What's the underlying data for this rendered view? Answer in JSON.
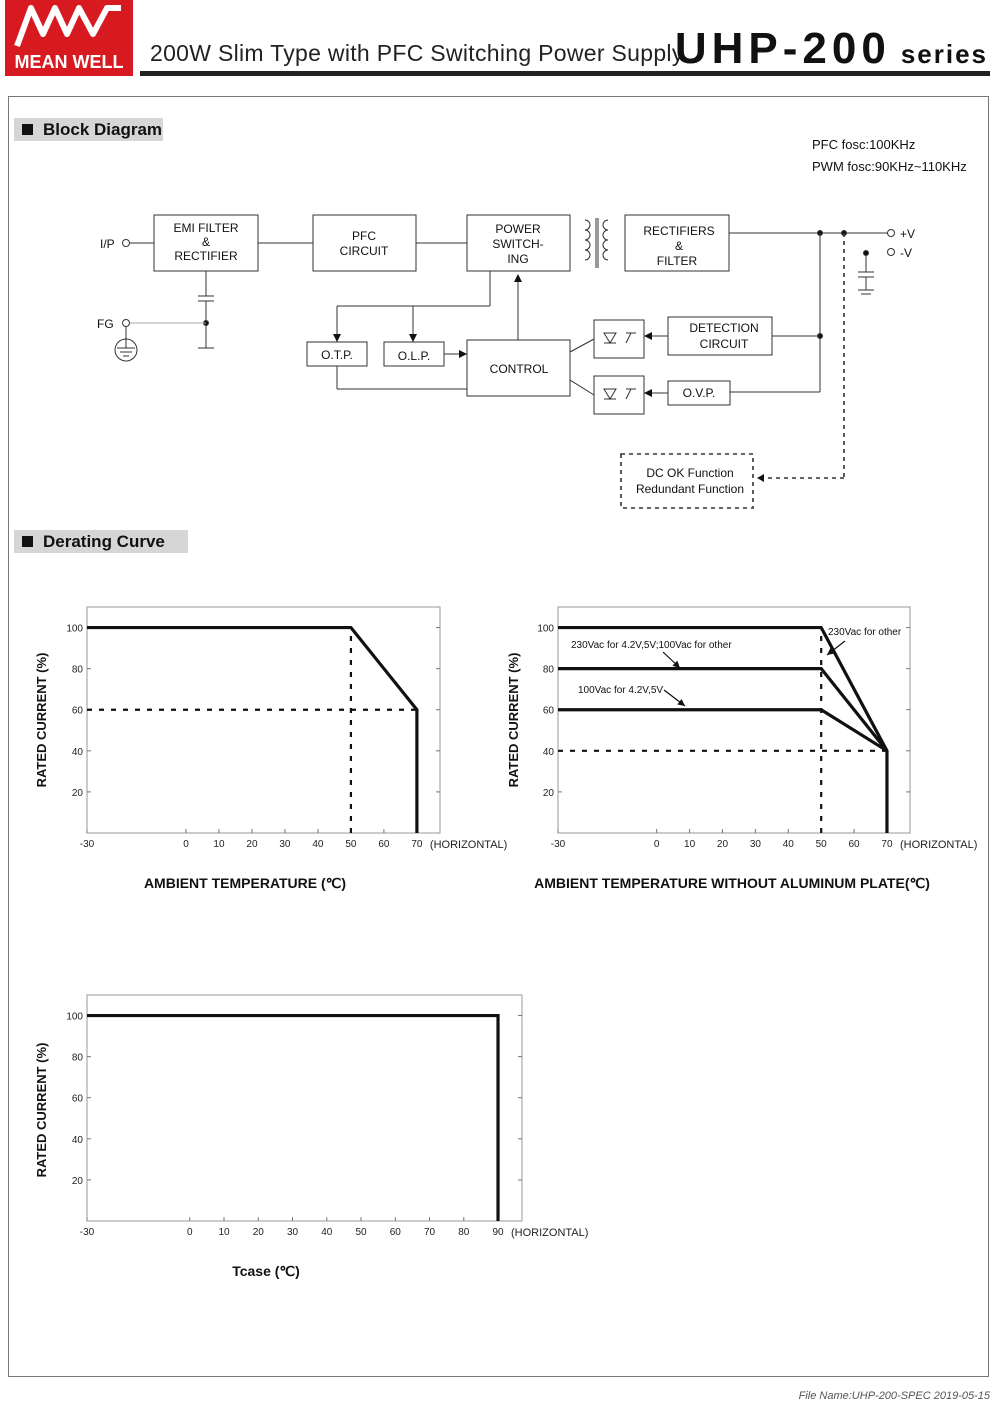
{
  "header": {
    "logo_text": "MEAN WELL",
    "subtitle": "200W  Slim Type with PFC Switching Power Supply",
    "series_main": "UHP-200",
    "series_suffix": "series",
    "brand_color": "#d71920"
  },
  "block_diagram": {
    "title": "Block Diagram",
    "pfc_fosc": "PFC fosc:100KHz",
    "pwm_fosc": "PWM fosc:90KHz~110KHz",
    "ip_label": "I/P",
    "fg_label": "FG",
    "out_pos": "+V",
    "out_neg": "-V",
    "emi": [
      "EMI FILTER",
      "&",
      "RECTIFIER"
    ],
    "pfc": [
      "PFC",
      "CIRCUIT"
    ],
    "power": [
      "POWER",
      "SWITCH-",
      "ING"
    ],
    "rect": [
      "RECTIFIERS",
      "&",
      "FILTER"
    ],
    "otp": "O.T.P.",
    "olp": "O.L.P.",
    "control": "CONTROL",
    "detection": [
      "DETECTION",
      "CIRCUIT"
    ],
    "ovp": "O.V.P.",
    "dcok": [
      "DC OK Function",
      "Redundant Function"
    ]
  },
  "derating": {
    "title": "Derating Curve",
    "charts": [
      {
        "type": "line",
        "ylabel": "RATED CURRENT (%)",
        "xlabel": "AMBIENT TEMPERATURE (℃)",
        "x_unit_label": "(HORIZONTAL)",
        "x_ticks": [
          -30,
          0,
          10,
          20,
          30,
          40,
          50,
          60,
          70
        ],
        "y_ticks": [
          20,
          40,
          60,
          80,
          100
        ],
        "xlim": [
          -30,
          77
        ],
        "ylim": [
          0,
          110
        ],
        "series": [
          {
            "x": [
              -30,
              50,
              70,
              70
            ],
            "y": [
              100,
              100,
              60,
              0
            ]
          }
        ],
        "reference_lines": [
          {
            "x": [
              50,
              50
            ],
            "y": [
              0,
              100
            ]
          },
          {
            "x": [
              -30,
              70
            ],
            "y": [
              60,
              60
            ]
          }
        ]
      },
      {
        "type": "line",
        "ylabel": "RATED CURRENT (%)",
        "xlabel": "AMBIENT TEMPERATURE WITHOUT ALUMINUM PLATE(℃)",
        "x_unit_label": "(HORIZONTAL)",
        "x_ticks": [
          -30,
          0,
          10,
          20,
          30,
          40,
          50,
          60,
          70
        ],
        "y_ticks": [
          20,
          40,
          60,
          80,
          100
        ],
        "xlim": [
          -30,
          77
        ],
        "ylim": [
          0,
          110
        ],
        "series": [
          {
            "name": "230Vac for other",
            "x": [
              -30,
              50,
              70,
              70
            ],
            "y": [
              100,
              100,
              40,
              0
            ]
          },
          {
            "name": "230Vac for 4.2V,5V;100Vac for other",
            "x": [
              -30,
              50,
              70
            ],
            "y": [
              80,
              80,
              40
            ]
          },
          {
            "name": "100Vac for 4.2V,5V",
            "x": [
              -30,
              50,
              70
            ],
            "y": [
              60,
              60,
              40
            ]
          }
        ],
        "reference_lines": [
          {
            "x": [
              50,
              50
            ],
            "y": [
              0,
              100
            ]
          },
          {
            "x": [
              -30,
              70
            ],
            "y": [
              40,
              40
            ]
          }
        ]
      },
      {
        "type": "line",
        "ylabel": "RATED CURRENT (%)",
        "xlabel": "Tcase (℃)",
        "x_unit_label": "(HORIZONTAL)",
        "x_ticks": [
          -30,
          0,
          10,
          20,
          30,
          40,
          50,
          60,
          70,
          80,
          90
        ],
        "y_ticks": [
          20,
          40,
          60,
          80,
          100
        ],
        "xlim": [
          -30,
          97
        ],
        "ylim": [
          0,
          110
        ],
        "series": [
          {
            "x": [
              -30,
              90,
              90
            ],
            "y": [
              100,
              100,
              0
            ]
          }
        ],
        "reference_lines": []
      }
    ]
  },
  "footer": {
    "file_name": "File Name:UHP-200-SPEC   2019-05-15"
  }
}
